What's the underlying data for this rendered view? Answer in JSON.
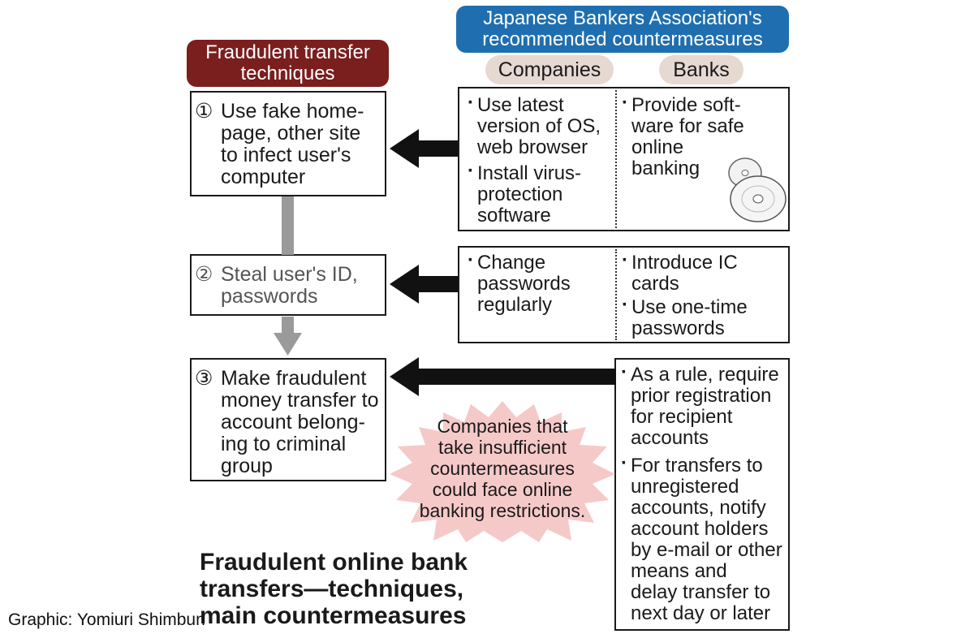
{
  "header": {
    "techniques_title": "Fraudulent transfer\ntechniques",
    "association_title": "Japanese Bankers Association's\nrecommended countermeasures",
    "companies_label": "Companies",
    "banks_label": "Banks"
  },
  "techniques": [
    {
      "number": "①",
      "text": "Use fake home-\npage, other site\nto infect user's\ncomputer"
    },
    {
      "number": "②",
      "text": "Steal user's ID,\npasswords"
    },
    {
      "number": "③",
      "text": "Make fraudulent\nmoney transfer to\naccount belong-\ning to criminal\ngroup"
    }
  ],
  "countermeasures": {
    "row1": {
      "companies": [
        "Use latest\nversion of OS,\nweb browser",
        "Install virus-\nprotection\nsoftware"
      ],
      "banks": [
        "Provide soft-\nware for safe\nonline\nbanking"
      ]
    },
    "row2": {
      "companies": [
        "Change\npasswords\nregularly"
      ],
      "banks": [
        "Introduce IC\ncards",
        "Use one-time\npasswords"
      ]
    },
    "row3": {
      "banks": [
        "As a rule, require\nprior registration\nfor recipient\naccounts",
        "For transfers to\nunregistered\naccounts, notify\naccount holders\nby e-mail or other\nmeans and\ndelay transfer to\nnext day or later"
      ]
    }
  },
  "burst_text": "Companies that\ntake insufficient\ncountermeasures\ncould face online\nbanking restrictions.",
  "main_title": "Fraudulent online bank\ntransfers—techniques,\nmain countermeasures",
  "credit": "Graphic: Yomiuri Shimbun",
  "colors": {
    "techniques_header": "#7a1e1e",
    "association_header": "#1f6fb0",
    "tag_bg": "#e6d9d2",
    "burst": "#f6c9c9",
    "arrow": "#111111",
    "flow_arrow": "#9a9a9a"
  }
}
